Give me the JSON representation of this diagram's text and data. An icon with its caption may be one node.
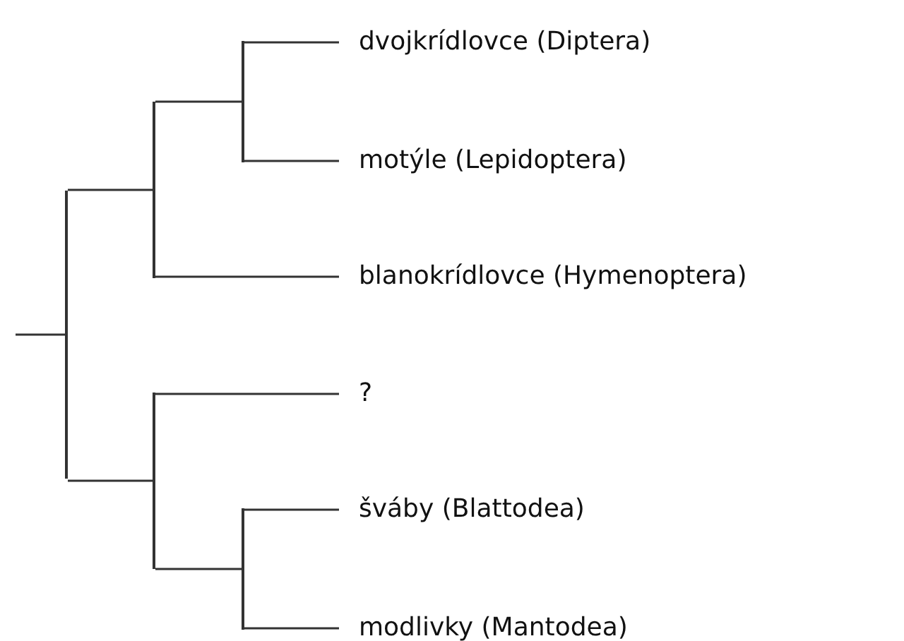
{
  "diagram": {
    "nodes": [
      {
        "text": [],
        "shape": "bar"
      },
      {
        "text": [],
        "shape": "bar"
      },
      {
        "text": [],
        "shape": "bar"
      },
      {
        "text": [
          "dvojkrídlovce (Diptera)"
        ]
      },
      {
        "text": [
          "motýle (Lepidoptera)"
        ]
      },
      {
        "text": [
          "blanokrídlovce (Hymenoptera)"
        ]
      },
      {
        "text": [],
        "shape": "bar"
      },
      {
        "text": [
          "?"
        ]
      },
      {
        "text": [],
        "shape": "bar"
      },
      {
        "text": [
          "šváby (Blattodea)"
        ]
      },
      {
        "text": [
          "modlivky (Mantodea)"
        ]
      }
    ],
    "edges": [
      {
        "from": null,
        "to": 0,
        "arrow": "none"
      },
      {
        "from": 0,
        "to": 1,
        "arrow": "none"
      },
      {
        "from": 1,
        "to": 2,
        "arrow": "none"
      },
      {
        "from": 2,
        "to": 3,
        "arrow": "none"
      },
      {
        "from": 2,
        "to": 4,
        "arrow": "none"
      },
      {
        "from": 1,
        "to": 5,
        "arrow": "none"
      },
      {
        "from": 0,
        "to": 6,
        "arrow": "none"
      },
      {
        "from": 6,
        "to": 7,
        "arrow": "none"
      },
      {
        "from": 6,
        "to": 8,
        "arrow": "none"
      },
      {
        "from": 8,
        "to": 9,
        "arrow": "none"
      },
      {
        "from": 8,
        "to": 10,
        "arrow": "none"
      }
    ]
  }
}
